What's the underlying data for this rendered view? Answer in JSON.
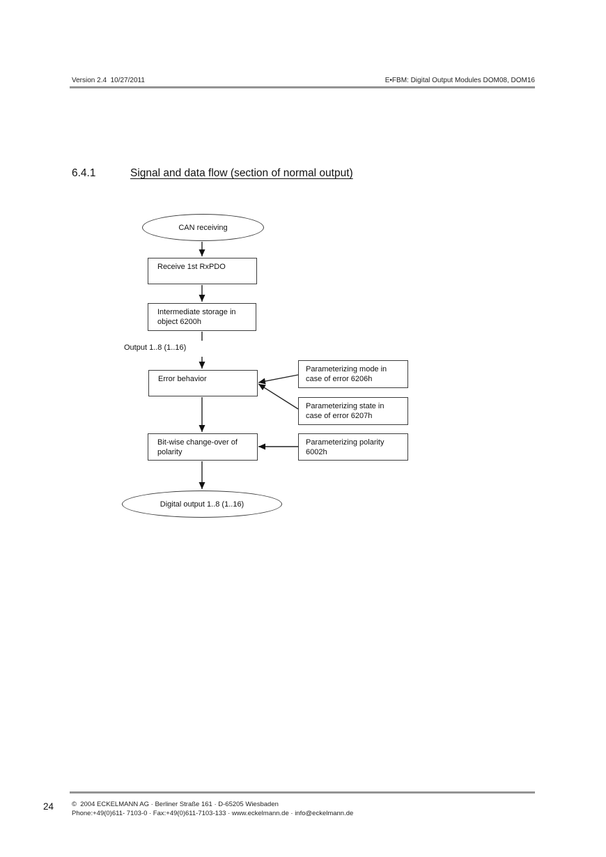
{
  "header": {
    "left": "Version 2.4  10/27/2011",
    "right": "E•FBM: Digital Output Modules DOM08, DOM16"
  },
  "section": {
    "number": "6.4.1",
    "title": "Signal and data flow (section of normal output)"
  },
  "flowchart": {
    "start": "CAN receiving",
    "receive": "Receive 1st RxPDO",
    "storage": "Intermediate storage in\nobject 6200h",
    "output_label": "Output 1..8 (1..16)",
    "error": "Error behavior",
    "mode": "Parameterizing mode in\ncase of error 6206h",
    "state": "Parameterizing state in\ncase of error 6207h",
    "polarity": "Bit-wise change-over of\npolarity",
    "param_polarity": "Parameterizing polarity\n6002h",
    "end": "Digital output 1..8 (1..16)"
  },
  "footer": {
    "page_number": "24",
    "line1": "©  2004 ECKELMANN AG · Berliner Straße 161 · D-65205 Wiesbaden",
    "line2": "Phone:+49(0)611- 7103-0 · Fax:+49(0)611-7103-133 · www.eckelmann.de · info@eckelmann.de"
  },
  "colors": {
    "rule": "#8a8a8a",
    "border": "#3d3d3d",
    "text": "#111111"
  }
}
